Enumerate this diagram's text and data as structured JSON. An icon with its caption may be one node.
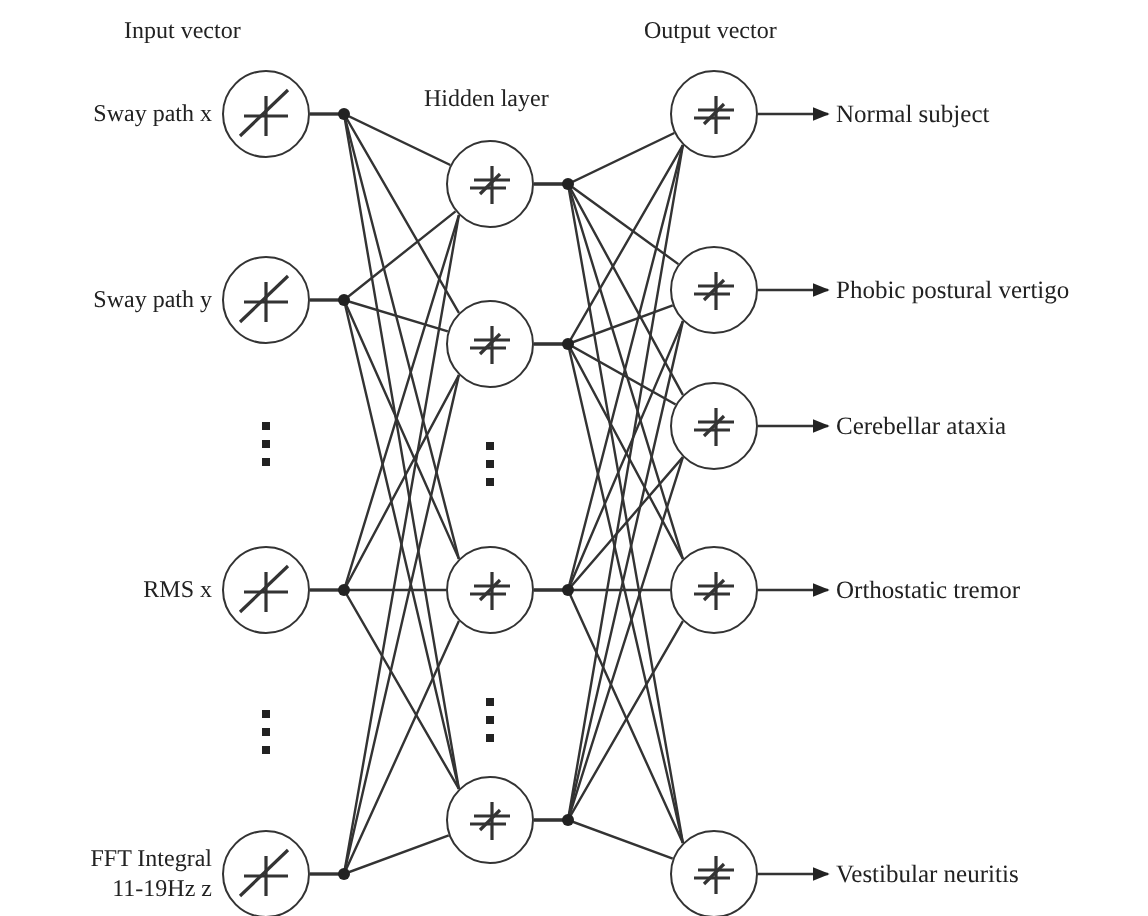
{
  "diagram": {
    "nodes": [
      {
        "text": [],
        "shape": "circle",
        "beside": [
          "Sway path x"
        ]
      },
      {
        "text": [],
        "shape": "circle",
        "beside": [
          "Sway path y"
        ]
      },
      {
        "text": [],
        "shape": "circle",
        "beside": [
          "RMS x"
        ]
      },
      {
        "text": [],
        "shape": "circle",
        "beside": [
          "FFT Integral 11-19Hz z"
        ]
      },
      {
        "text": [],
        "shape": "circle"
      },
      {
        "text": [],
        "shape": "circle"
      },
      {
        "text": [],
        "shape": "circle"
      },
      {
        "text": [],
        "shape": "circle"
      },
      {
        "text": [],
        "shape": "circle"
      },
      {
        "text": [],
        "shape": "circle"
      },
      {
        "text": [],
        "shape": "circle"
      },
      {
        "text": [],
        "shape": "circle"
      },
      {
        "text": [],
        "shape": "circle"
      },
      {
        "text": [
          "Normal subject"
        ]
      },
      {
        "text": [
          "Phobic postural vertigo"
        ]
      },
      {
        "text": [
          "Cerebellar ataxia"
        ]
      },
      {
        "text": [
          "Orthostatic tremor"
        ]
      },
      {
        "text": [
          "Vestibular neuritis"
        ]
      }
    ],
    "edges": [
      {
        "from": 0,
        "to": 4,
        "arrow": "none"
      },
      {
        "from": 0,
        "to": 5,
        "arrow": "none"
      },
      {
        "from": 0,
        "to": 6,
        "arrow": "none"
      },
      {
        "from": 0,
        "to": 7,
        "arrow": "none"
      },
      {
        "from": 1,
        "to": 4,
        "arrow": "none"
      },
      {
        "from": 1,
        "to": 5,
        "arrow": "none"
      },
      {
        "from": 1,
        "to": 6,
        "arrow": "none"
      },
      {
        "from": 1,
        "to": 7,
        "arrow": "none"
      },
      {
        "from": 2,
        "to": 4,
        "arrow": "none"
      },
      {
        "from": 2,
        "to": 5,
        "arrow": "none"
      },
      {
        "from": 2,
        "to": 6,
        "arrow": "none"
      },
      {
        "from": 2,
        "to": 7,
        "arrow": "none"
      },
      {
        "from": 3,
        "to": 4,
        "arrow": "none"
      },
      {
        "from": 3,
        "to": 5,
        "arrow": "none"
      },
      {
        "from": 3,
        "to": 6,
        "arrow": "none"
      },
      {
        "from": 3,
        "to": 7,
        "arrow": "none"
      },
      {
        "from": 4,
        "to": 8,
        "arrow": "none"
      },
      {
        "from": 4,
        "to": 9,
        "arrow": "none"
      },
      {
        "from": 4,
        "to": 10,
        "arrow": "none"
      },
      {
        "from": 4,
        "to": 11,
        "arrow": "none"
      },
      {
        "from": 4,
        "to": 12,
        "arrow": "none"
      },
      {
        "from": 5,
        "to": 8,
        "arrow": "none"
      },
      {
        "from": 5,
        "to": 9,
        "arrow": "none"
      },
      {
        "from": 5,
        "to": 10,
        "arrow": "none"
      },
      {
        "from": 5,
        "to": 11,
        "arrow": "none"
      },
      {
        "from": 5,
        "to": 12,
        "arrow": "none"
      },
      {
        "from": 6,
        "to": 8,
        "arrow": "none"
      },
      {
        "from": 6,
        "to": 9,
        "arrow": "none"
      },
      {
        "from": 6,
        "to": 10,
        "arrow": "none"
      },
      {
        "from": 6,
        "to": 11,
        "arrow": "none"
      },
      {
        "from": 6,
        "to": 12,
        "arrow": "none"
      },
      {
        "from": 7,
        "to": 8,
        "arrow": "none"
      },
      {
        "from": 7,
        "to": 9,
        "arrow": "none"
      },
      {
        "from": 7,
        "to": 10,
        "arrow": "none"
      },
      {
        "from": 7,
        "to": 11,
        "arrow": "none"
      },
      {
        "from": 7,
        "to": 12,
        "arrow": "none"
      },
      {
        "from": 8,
        "to": 13,
        "arrow": "to"
      },
      {
        "from": 9,
        "to": 14,
        "arrow": "to"
      },
      {
        "from": 10,
        "to": 15,
        "arrow": "to"
      },
      {
        "from": 11,
        "to": 16,
        "arrow": "to"
      },
      {
        "from": 12,
        "to": 17,
        "arrow": "to"
      }
    ],
    "labels": [
      "Input vector",
      "Hidden layer",
      "Output vector"
    ]
  }
}
